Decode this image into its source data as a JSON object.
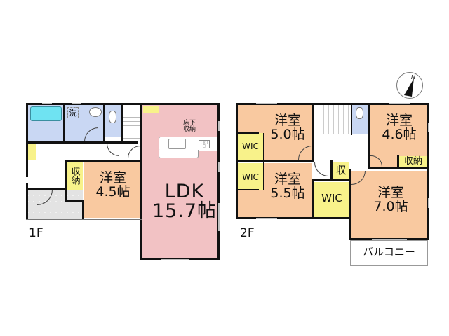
{
  "floor1": {
    "label": "1F",
    "rooms": {
      "ldk": {
        "name": "LDK",
        "size": "15.7帖"
      },
      "western": {
        "name": "洋室",
        "size": "4.5帖"
      },
      "storage": "収納",
      "underfloor_storage": "床下\n収納",
      "underfloor_line1": "床下",
      "underfloor_line2": "収納",
      "washroom": "洗"
    }
  },
  "floor2": {
    "label": "2F",
    "rooms": {
      "room_a": {
        "name": "洋室",
        "size": "5.0帖"
      },
      "room_b": {
        "name": "洋室",
        "size": "4.6帖"
      },
      "room_c": {
        "name": "洋室",
        "size": "5.5帖"
      },
      "room_d": {
        "name": "洋室",
        "size": "7.0帖"
      },
      "wic_1": "WIC",
      "wic_2": "WIC",
      "wic_3": "WIC",
      "closet_small": "収",
      "storage": "収納",
      "balcony": "バルコニー"
    }
  },
  "compass": {
    "label": "N"
  },
  "colors": {
    "western_room": "#f9c9a0",
    "ldk": "#f2c2c4",
    "wet_area": "#c9d7f3",
    "storage": "#f8f28a",
    "wall": "#111111"
  }
}
